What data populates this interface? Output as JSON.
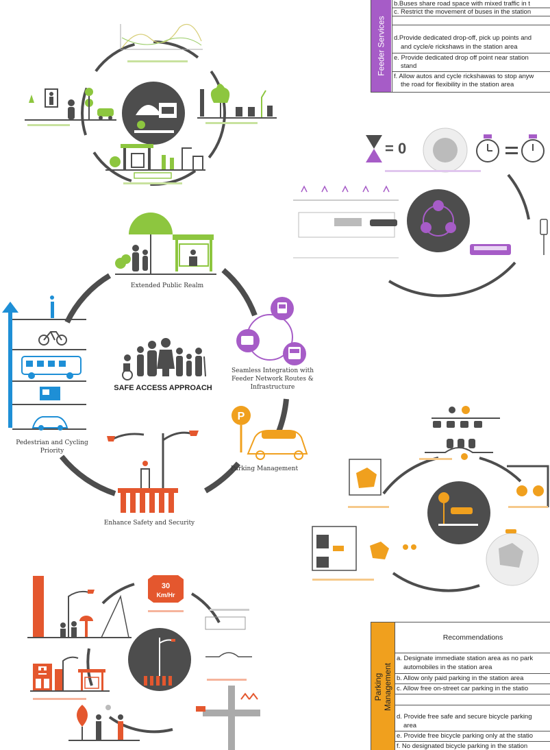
{
  "approach": {
    "title": "SAFE ACCESS APPROACH",
    "components": [
      {
        "label": "Extended Public Realm"
      },
      {
        "label": "Seamless Integration with Feeder Network Routes & Infrastructure"
      },
      {
        "label": "Parking Management"
      },
      {
        "label": "Enhance Safety and Security"
      },
      {
        "label": "Pedestrian and Cycling Priority"
      }
    ]
  },
  "feeder_table": {
    "side_label": "Feeder Services",
    "accent": "#a65cc7",
    "rows": [
      "b.Buses share road space with mixed traffic in t",
      "c. Restrict the movement of buses in the station",
      "d.Provide dedicated drop-off, pick up points and",
      "and cycle/e rickshaws in the station area",
      "e. Provide dedicated drop off point near station",
      "stand",
      "f. Allow autos and cycle rickshawas to stop anyw",
      "the road for flexibility in the station area"
    ]
  },
  "parking_table": {
    "side_label_1": "Parking",
    "side_label_2": "Management",
    "header": "Recommendations",
    "accent": "#f0a01e",
    "rows": [
      "a. Designate immediate station area as no park",
      "automobiles in the station area",
      "b. Allow only paid parking in the station area",
      "c. Allow free on-street car parking in the statio",
      "d. Provide free safe and secure bicycle parking",
      "area",
      "e. Provide free bicycle parking only at the statio",
      "f. No designated bicycle parking in the station"
    ]
  },
  "icons": {
    "speed_sign_line1": "30",
    "speed_sign_line2": "Km/Hr",
    "hourglass_equals": "= 0",
    "parking_letter": "P"
  },
  "colors": {
    "green": "#8dc63f",
    "purple": "#a65cc7",
    "orange": "#f0a01e",
    "red_orange": "#e4572e",
    "blue": "#1e8fd6",
    "dark_gray": "#4d4d4d"
  }
}
